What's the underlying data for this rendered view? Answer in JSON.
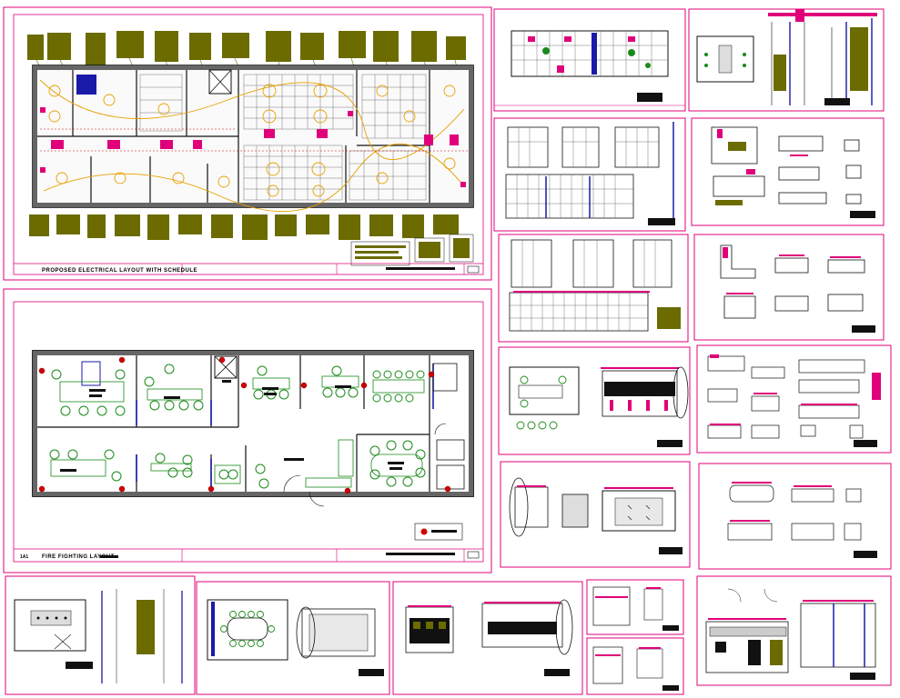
{
  "drawing": {
    "electrical_sheet": {
      "number": "",
      "title": "PROPOSED ELECTRICAL LAYOUT WITH SCHEDULE"
    },
    "fire_sheet": {
      "number": "1A1",
      "title": "FIRE FIGHTING LAYOUT"
    }
  },
  "colors": {
    "frame": "#e0007a",
    "notes": "#6b6b00",
    "wiring": "#e8a000",
    "walls": "#111111",
    "furniture": "#1a8a1a",
    "glass": "#1a1aa8",
    "red": "#d00000"
  }
}
